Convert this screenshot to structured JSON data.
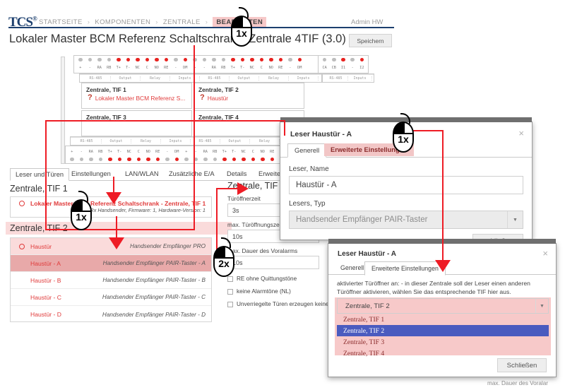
{
  "header": {
    "logo": "TCS",
    "breadcrumb": [
      "STARTSEITE",
      "KOMPONENTEN",
      "ZENTRALE",
      "BEARBEITEN"
    ],
    "separator": "›",
    "active_crumb_index": 3,
    "user": "Admin HW",
    "accent_color": "#1c3f6e",
    "highlight_color": "#f7c9c9"
  },
  "page": {
    "title": "Lokaler Master BCM Referenz Schaltschrank, Zentrale 4TIF (3.0)",
    "save_label": "Speichern"
  },
  "hardware": {
    "terminal_groups": [
      "RS-485",
      "Output",
      "Relay",
      "Inputs"
    ],
    "terminal_labels": [
      "+",
      "-",
      "RA",
      "RB",
      "T+",
      "T-",
      "NC",
      "C",
      "NO",
      "RE",
      "-",
      "DM"
    ],
    "terminal_active": [
      false,
      false,
      false,
      false,
      true,
      true,
      true,
      true,
      true,
      true,
      false,
      true
    ],
    "small_module": {
      "labels": [
        "CA",
        "CB",
        "I1",
        "-",
        "I2"
      ],
      "active": [
        false,
        false,
        true,
        false,
        true
      ],
      "groups": [
        "RS-485",
        "Inputs"
      ]
    },
    "tif_boxes": [
      {
        "title": "Zentrale, TIF 1",
        "value": "Lokaler Master BCM Referenz S...",
        "marker": "?"
      },
      {
        "title": "Zentrale, TIF 2",
        "value": "Haustür",
        "marker": "?"
      },
      {
        "title": "Zentrale, TIF 3",
        "value": "",
        "marker": ""
      },
      {
        "title": "Zentrale, TIF 4",
        "value": "",
        "marker": ""
      }
    ]
  },
  "main": {
    "tabs": [
      {
        "label": "Leser und Türen",
        "selected": true
      },
      {
        "label": "Einstellungen",
        "selected": false
      },
      {
        "label": "LAN/WLAN",
        "selected": false
      },
      {
        "label": "Zusätzliche E/A",
        "selected": false
      },
      {
        "label": "Details",
        "selected": false
      },
      {
        "label": "Erweiterte Reaktionen",
        "selected": false
      }
    ],
    "group1": {
      "heading": "Zentrale, TIF 1",
      "highlighted": false,
      "rows": [
        {
          "name": "Lokaler Master BCM Referenz Schaltschrank - Zentrale, TIF 1",
          "type": "",
          "sub": "802-0 Rx Handsender, Firmware: 1, Hardware-Version: 1",
          "has_circle": true,
          "highlight": "none"
        }
      ]
    },
    "group2": {
      "heading": "Zentrale, TIF 2",
      "highlighted": true,
      "rows": [
        {
          "name": "Haustür",
          "type": "Handsender Empfänger PRO",
          "sub": "",
          "has_circle": true,
          "highlight": "light"
        },
        {
          "name": "Haustür - A",
          "type": "Handsender Empfänger PAIR-Taster - A",
          "sub": "",
          "has_circle": false,
          "highlight": "strong"
        },
        {
          "name": "Haustür - B",
          "type": "Handsender Empfänger PAIR-Taster - B",
          "sub": "",
          "has_circle": false,
          "highlight": "none"
        },
        {
          "name": "Haustür - C",
          "type": "Handsender Empfänger PAIR-Taster - C",
          "sub": "",
          "has_circle": false,
          "highlight": "none"
        },
        {
          "name": "Haustür - D",
          "type": "Handsender Empfänger PAIR-Taster - D",
          "sub": "",
          "has_circle": false,
          "highlight": "none"
        }
      ]
    },
    "settings": {
      "heading": "Zentrale, TIF 1",
      "fields": [
        {
          "label": "Türöffnerzeit",
          "value": "3s"
        },
        {
          "label": "max. Türöffnungszeit",
          "value": "10s"
        },
        {
          "label": "max. Dauer des Voralarms",
          "value": "10s"
        }
      ],
      "checkboxes": [
        {
          "label": "RE ohne Quittungstöne",
          "checked": false
        },
        {
          "label": "keine Alarmtöne (NL)",
          "checked": false
        },
        {
          "label": "Unverriegelte Türen erzeugen keine",
          "checked": false
        }
      ],
      "footer_text": "max. Dauer des Voralar"
    }
  },
  "modal_general": {
    "title": "Leser Haustür - A",
    "close_icon": "×",
    "tabs": [
      {
        "label": "Generell",
        "selected": true,
        "highlighted": false
      },
      {
        "label": "Erweiterte Einstellungen",
        "selected": false,
        "highlighted": true
      }
    ],
    "name_label": "Leser, Name",
    "name_value": "Haustür - A",
    "type_label": "Lesers, Typ",
    "type_value": "Handsender Empfänger PAIR-Taster",
    "close_button": "Schließen"
  },
  "modal_advanced": {
    "title": "Leser Haustür - A",
    "close_icon": "×",
    "tabs": [
      {
        "label": "Generell",
        "selected": false
      },
      {
        "label": "Erweiterte Einstellungen",
        "selected": true
      }
    ],
    "help_line1": "aktivierter Türöffner an: - in dieser Zentrale soll der Leser einen anderen",
    "help_line2": "Türöffner aktivieren, wählen Sie das entsprechende TIF hier aus.",
    "dropdown": {
      "selected": "Zentrale, TIF 2",
      "options": [
        "Zentrale, TIF 1",
        "Zentrale, TIF 2",
        "Zentrale, TIF 3",
        "Zentrale, TIF 4"
      ],
      "highlighted_index": 1,
      "highlight_color": "#4a5bbf",
      "field_color": "#f7c9c9"
    },
    "close_button": "Schließen"
  },
  "annotations": {
    "arrow_color": "#ee1c25",
    "clicks": [
      {
        "label": "1x",
        "target": "breadcrumb-bearbeiten"
      },
      {
        "label": "1x",
        "target": "reader-row-tif1"
      },
      {
        "label": "2x",
        "target": "reader-row-haustuer-a"
      },
      {
        "label": "1x",
        "target": "modal-tab-erweiterte-einstellungen"
      }
    ]
  }
}
